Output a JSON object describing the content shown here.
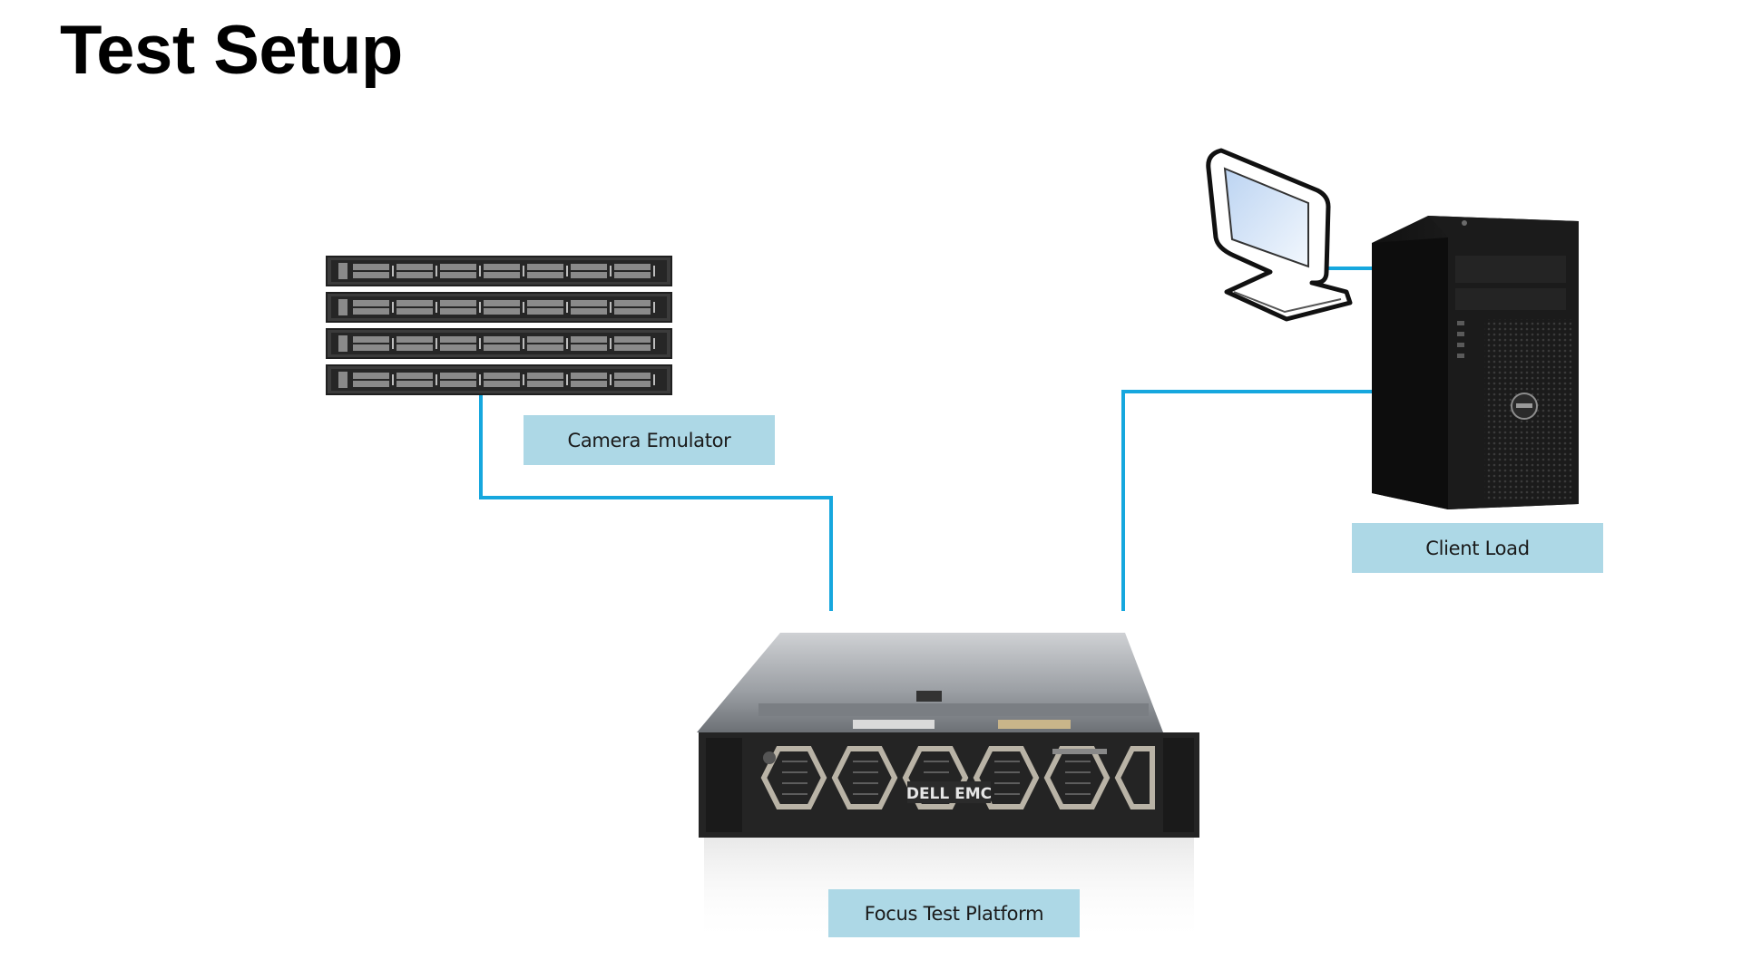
{
  "title": "Test Setup",
  "nodes": {
    "camera_emulator": {
      "label": "Camera Emulator"
    },
    "client_load": {
      "label": "Client Load"
    },
    "focus_test_platform": {
      "label": "Focus Test Platform"
    }
  },
  "logo_text": "DELL EMC",
  "colors": {
    "connector": "#16a7de",
    "label_fill": "#add8e6",
    "title_text": "#000000",
    "server_chassis": "#2b2b2b",
    "tower_body": "#1e1e1e",
    "monitor_screen": "#dce8f7"
  }
}
